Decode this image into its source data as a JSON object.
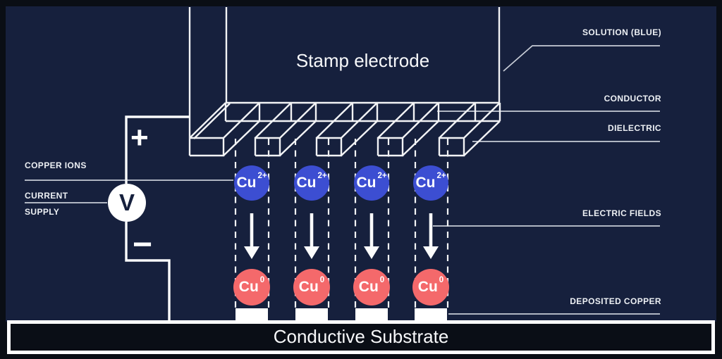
{
  "stamp": {
    "title": "Stamp electrode"
  },
  "circuit": {
    "voltmeter_label": "V",
    "positive_terminal": "+",
    "negative_terminal": "−"
  },
  "labels": {
    "left": {
      "copper_ions": "COPPER IONS",
      "current_supply_line1": "CURRENT",
      "current_supply_line2": "SUPPLY"
    },
    "right": {
      "solution": "SOLUTION (BLUE)",
      "conductor": "CONDUCTOR",
      "dielectric": "DIELECTRIC",
      "electric_fields": "ELECTRIC FIELDS",
      "deposited_copper": "DEPOSITED COPPER"
    }
  },
  "ions": {
    "columns": [
      {
        "cation": "Cu",
        "cation_charge": "2+",
        "atom": "Cu",
        "atom_charge": "0"
      },
      {
        "cation": "Cu",
        "cation_charge": "2+",
        "atom": "Cu",
        "atom_charge": "0"
      },
      {
        "cation": "Cu",
        "cation_charge": "2+",
        "atom": "Cu",
        "atom_charge": "0"
      },
      {
        "cation": "Cu",
        "cation_charge": "2+",
        "atom": "Cu",
        "atom_charge": "0"
      }
    ]
  },
  "substrate": {
    "label": "Conductive Substrate"
  },
  "colors": {
    "panel_navy": "#16203d",
    "frame_black": "#0a0e15",
    "copper_ion_blue": "#3c4ed2",
    "deposited_copper_red": "#f4696b",
    "line_white": "#f2f3f5",
    "leader_gray": "#c7ccd6"
  }
}
